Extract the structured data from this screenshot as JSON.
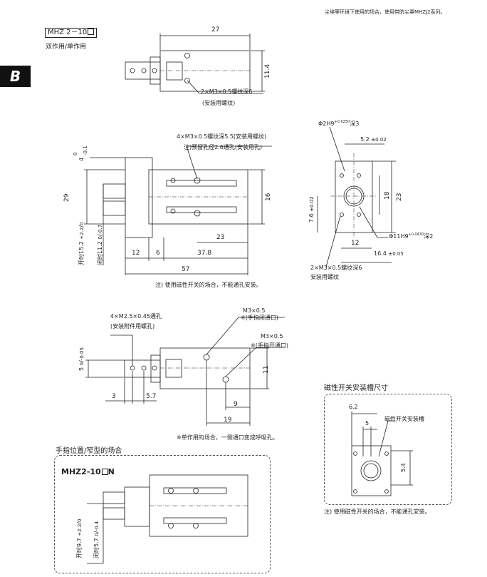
{
  "header": {
    "note": "尘埃等环境下使用的场合，使用带防尘罩MHZJ2系列。"
  },
  "tab": {
    "label": "B"
  },
  "model": {
    "name": "MHZ 2－10",
    "subtitle": "双作用/单作用"
  },
  "top_view": {
    "dim_27": "27",
    "dim_11_4": "11.4",
    "thread": "2×M3×0.5螺纹深6",
    "thread_note": "(安装用螺纹)"
  },
  "side_view": {
    "thread": "4×M3×0.5螺纹深5.5(安装用螺纹)",
    "hole_note": "注)预留孔径2.6通孔(安装用孔)",
    "tol_4": "4",
    "tol_4_upper": "0",
    "tol_4_lower": "-0.1",
    "dim_29": "29",
    "dim_16": "16",
    "dim_23": "23",
    "dim_12": "12",
    "dim_6": "6",
    "dim_37_8": "37.8",
    "dim_57": "57",
    "open": "开时15.2",
    "open_upper": "+2.2",
    "open_lower": "0",
    "closed": "闭时11.2",
    "closed_upper": "0",
    "closed_lower": "-0.7",
    "note": "注) 使用磁性开关的场合，不能通孔安装。"
  },
  "end_view": {
    "phi2": "Φ2H9",
    "phi2_upper": "+0.025",
    "phi2_lower": "0",
    "phi2_depth": "深3",
    "dim_5_2": "5.2",
    "dim_5_2_tol": "±0.02",
    "dim_18": "18",
    "dim_23": "23",
    "dim_7_6": "7.6",
    "dim_7_6_tol": "±0.02",
    "phi11": "Φ11H9",
    "phi11_upper": "+0.043",
    "phi11_lower": "0",
    "phi11_depth": "深2",
    "dim_12": "12",
    "dim_16_4": "16.4",
    "dim_16_4_tol": "±0.05",
    "thread": "2×M3×0.5螺纹深6",
    "thread_note": "安装用螺纹"
  },
  "bottom_view": {
    "thread": "4×M2.5×0.45通孔",
    "thread_note": "(安装附件用螺孔)",
    "port1": "M3×0.5",
    "port1_note": "※(手指闭通口)",
    "port2": "M3×0.5",
    "port2_note": "※(手指开通口)",
    "tol_5": "5",
    "tol_5_upper": "0",
    "tol_5_lower": "-0.05",
    "dim_11": "11",
    "dim_3": "3",
    "dim_5_7": "5.7",
    "dim_9": "9",
    "dim_19": "19",
    "note": "※单作用的场合，一侧通口变成呼吸孔。"
  },
  "groove": {
    "title": "磁性开关安装槽尺寸",
    "dim_6_2": "6.2",
    "dim_5": "5",
    "label": "磁性开关安装槽",
    "dim_5_4": "5.4",
    "note": "注) 使用磁性开关的场合，不能通孔安装。"
  },
  "narrow": {
    "title": "手指位置/窄型的场合",
    "model": "MHZ2-10",
    "suffix": "N",
    "open": "开时9.7",
    "open_upper": "+2.2",
    "open_lower": "0",
    "closed": "闭时5.7",
    "closed_upper": "0",
    "closed_lower": "-0.4"
  }
}
